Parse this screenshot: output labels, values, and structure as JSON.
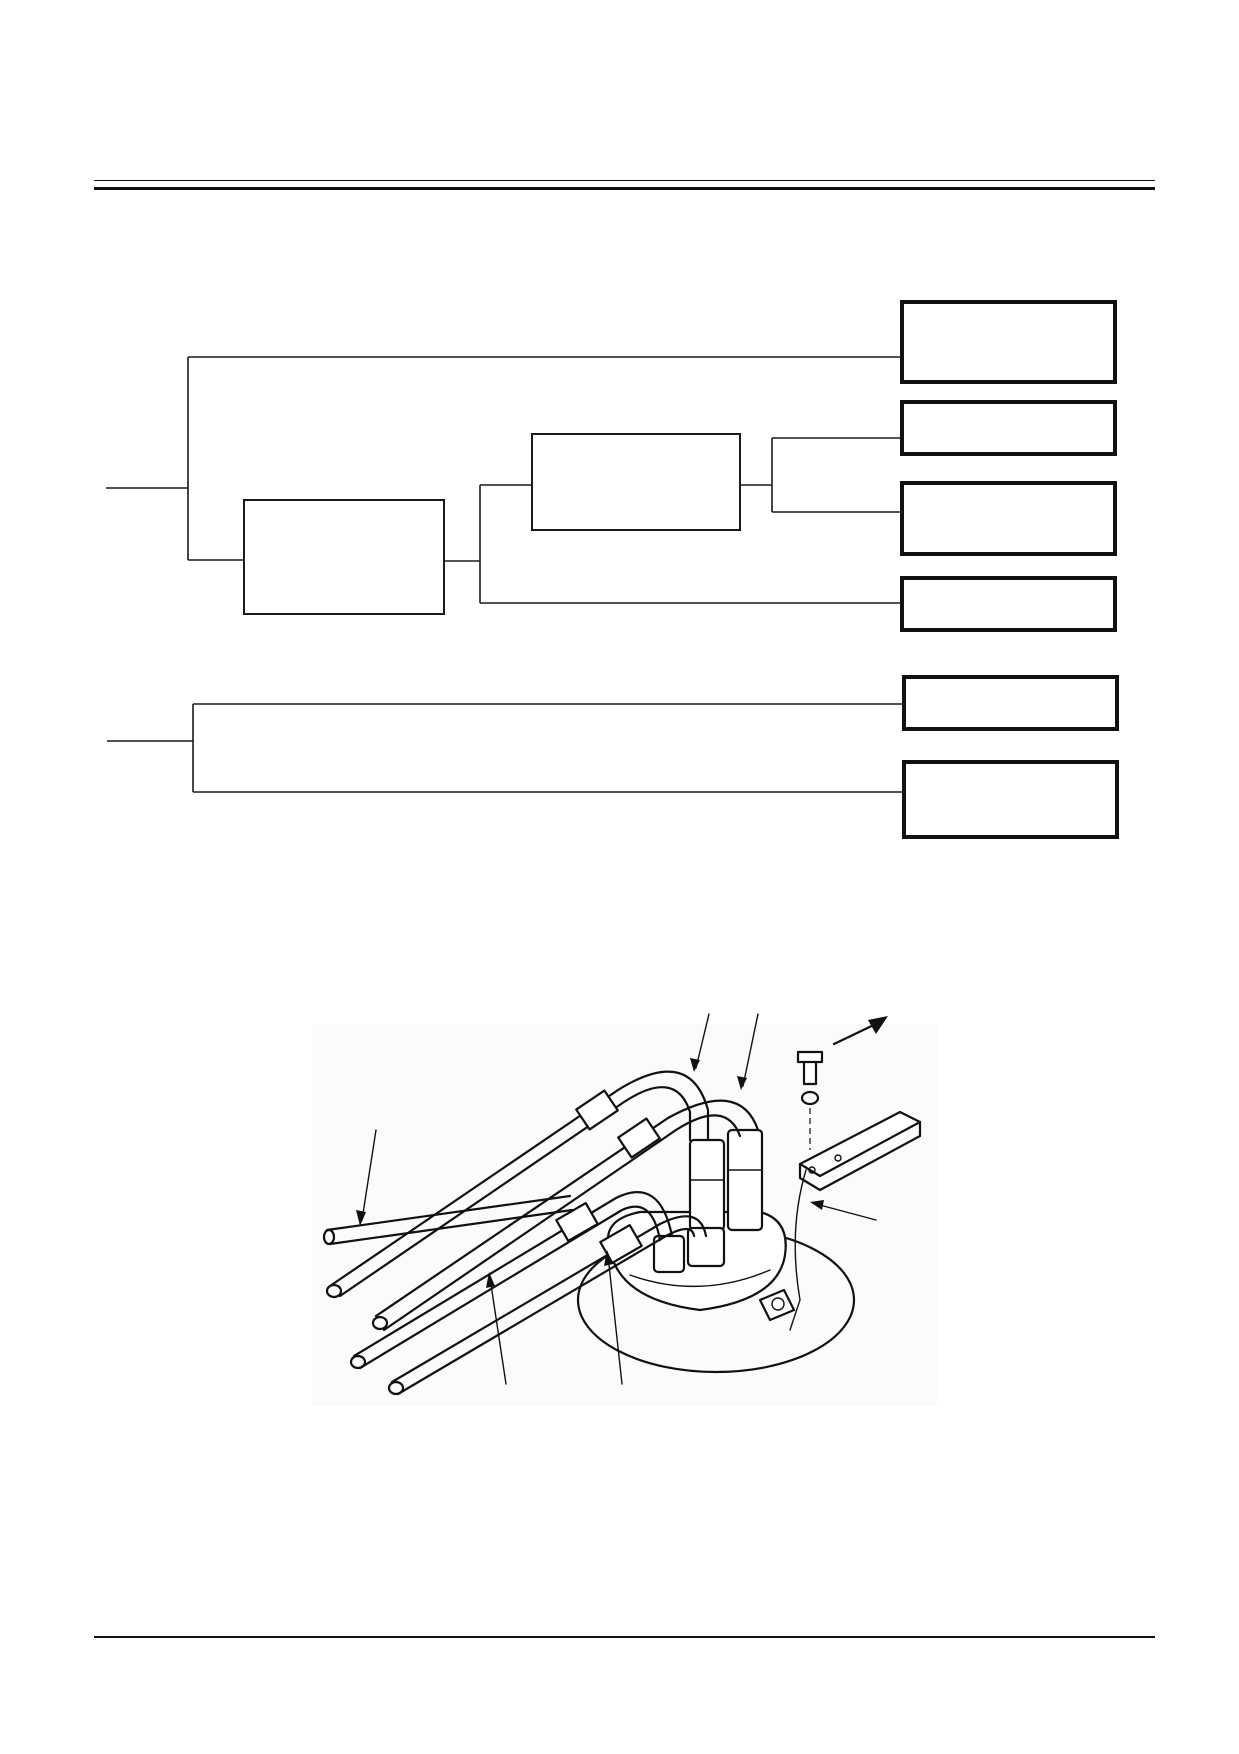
{
  "page": {
    "background": "#ffffff",
    "ink": "#111111"
  },
  "header": {
    "rule_style": "double"
  },
  "block_diagram": {
    "left_blocks": [
      {
        "id": "block-a",
        "label": ""
      },
      {
        "id": "block-b",
        "label": ""
      }
    ],
    "right_blocks": [
      {
        "id": "output-1",
        "label": ""
      },
      {
        "id": "output-2",
        "label": ""
      },
      {
        "id": "output-3",
        "label": ""
      },
      {
        "id": "output-4",
        "label": ""
      },
      {
        "id": "output-5",
        "label": ""
      },
      {
        "id": "output-6",
        "label": ""
      }
    ]
  },
  "illustration": {
    "subject": "swivel-joint-hoses",
    "callouts": [
      "",
      "",
      "",
      "",
      "",
      "",
      ""
    ]
  },
  "footer": {
    "rule_style": "single"
  }
}
